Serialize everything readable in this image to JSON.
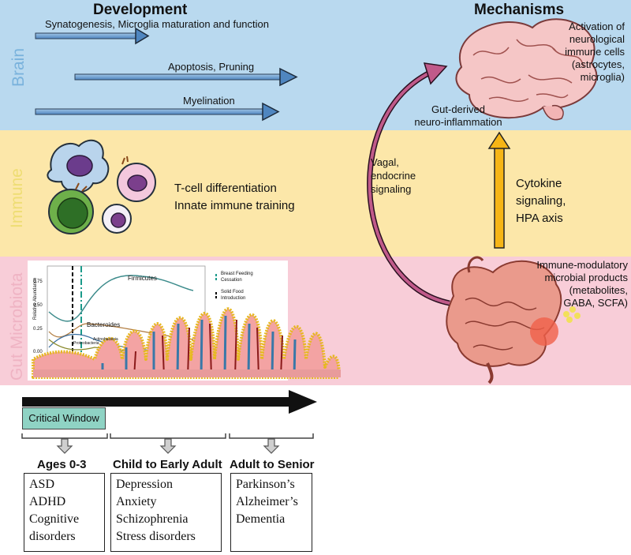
{
  "bands": {
    "brain": "Brain",
    "immune": "Immune",
    "gut": "Gut Microbiota"
  },
  "titles": {
    "development": "Development",
    "mechanisms": "Mechanisms"
  },
  "brain_dev": [
    "Synatogenesis, Microglia maturation and function",
    "Apoptosis, Pruning",
    "Myelination"
  ],
  "brain_mech": [
    "Activation of",
    "neurological",
    "immune cells",
    "(astrocytes,",
    "microglia)"
  ],
  "gut_derived": [
    "Gut-derived",
    "neuro-inflammation"
  ],
  "vagal": [
    "Vagal,",
    "endocrine",
    "signaling"
  ],
  "cytokine": [
    "Cytokine",
    "signaling,",
    "HPA axis"
  ],
  "immune_dev": [
    "T-cell differentiation",
    "Innate immune training"
  ],
  "microbial": [
    "Immune-modulatory",
    "microbial products",
    "(metabolites,",
    "GABA, SCFA)"
  ],
  "inset": {
    "ylabel": "Relative Abundance",
    "series": [
      "Firmicutes",
      "Bacteroides",
      "Actinobacteria",
      "Proteobacteria"
    ],
    "legend": [
      "Breast Feeding",
      "Cessation",
      "Solid Food",
      "Introduction"
    ],
    "ticks": [
      "0.75",
      "0.50",
      "0.25",
      "0.00"
    ]
  },
  "critical_window": "Critical Window",
  "ages": [
    {
      "heading": "Ages 0-3",
      "items": [
        "ASD",
        "ADHD",
        "Cognitive",
        "disorders"
      ]
    },
    {
      "heading": "Child to Early Adult",
      "items": [
        "Depression",
        "Anxiety",
        "Schizophrenia",
        "Stress disorders"
      ]
    },
    {
      "heading": "Adult to Senior",
      "items": [
        "Parkinson’s",
        "Alzheimer’s",
        "Dementia"
      ]
    }
  ],
  "colors": {
    "brain": "#b9d9ef",
    "immune": "#fce7a9",
    "gut": "#f8cdd8",
    "critical": "#8fd3c4",
    "vagal_arrow": "#8b2a55",
    "cytokine_arrow": "#f6b516"
  }
}
